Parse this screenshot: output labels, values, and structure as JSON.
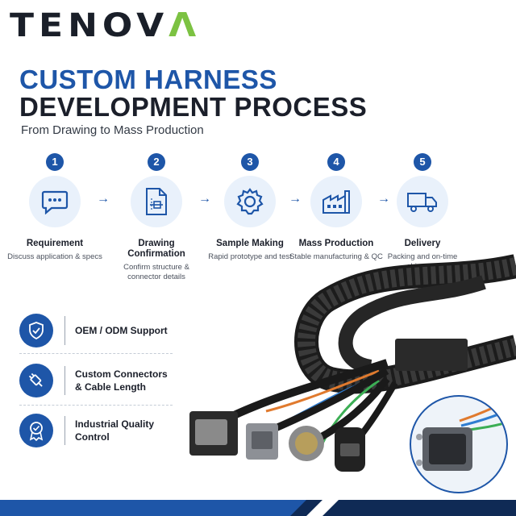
{
  "brand": {
    "name_main": "TENOV",
    "name_accent": "Λ",
    "accent_color": "#7cc242",
    "dark_color": "#1a1f29"
  },
  "headline": {
    "line1": "CUSTOM HARNESS",
    "line2": "DEVELOPMENT PROCESS",
    "subtitle": "From Drawing to Mass Production",
    "primary_color": "#1e56a8"
  },
  "steps": [
    {
      "number": "1",
      "title": "Requirement",
      "desc": "Discuss application & specs",
      "icon": "chat-icon"
    },
    {
      "number": "2",
      "title": "Drawing Confirmation",
      "desc": "Confirm structure & connector details",
      "icon": "drawing-icon"
    },
    {
      "number": "3",
      "title": "Sample Making",
      "desc": "Rapid prototype and test",
      "icon": "gear-icon"
    },
    {
      "number": "4",
      "title": "Mass Production",
      "desc": "Stable manufacturing & QC",
      "icon": "factory-icon"
    },
    {
      "number": "5",
      "title": "Delivery",
      "desc": "Packing and on-time shipment",
      "icon": "truck-icon"
    }
  ],
  "features": [
    {
      "label": "OEM / ODM Support",
      "icon": "shield-check-icon"
    },
    {
      "label": "Custom Connectors & Cable Length",
      "icon": "connector-icon"
    },
    {
      "label": "Industrial Quality Control",
      "icon": "quality-badge-icon"
    }
  ]
}
